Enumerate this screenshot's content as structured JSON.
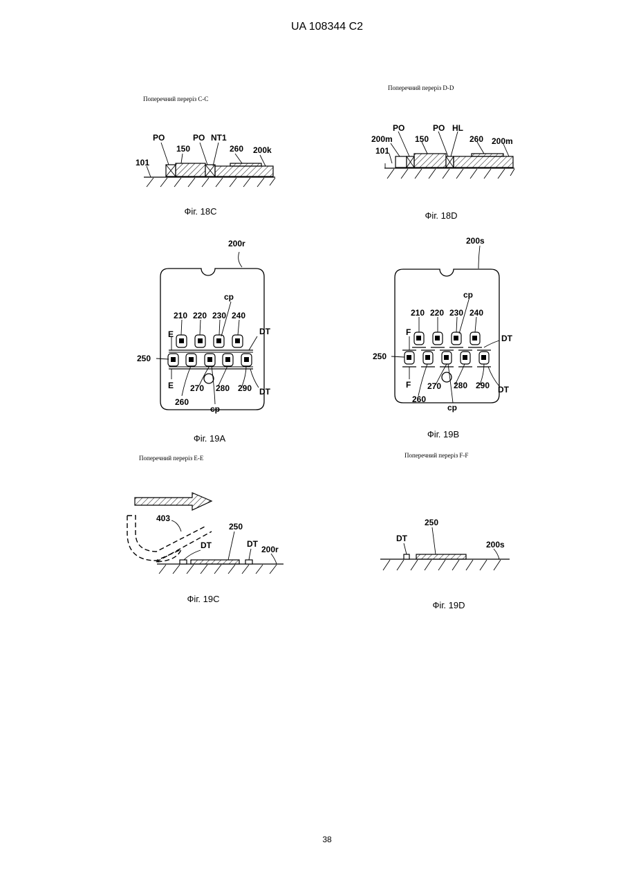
{
  "header": {
    "title": "UA   108344   C2"
  },
  "footer": {
    "page_number": "38"
  },
  "figures": {
    "fig18c": {
      "section": "Поперечний переріз C-C",
      "caption": "Фіг. 18C",
      "labels": {
        "po1": "PO",
        "po2": "PO",
        "nt1": "NT1",
        "n150": "150",
        "n260": "260",
        "n200k": "200k",
        "n101": "101"
      }
    },
    "fig18d": {
      "section": "Поперечний переріз D-D",
      "caption": "Фіг. 18D",
      "labels": {
        "po1": "PO",
        "po2": "PO",
        "hl": "HL",
        "n200m1": "200m",
        "n150": "150",
        "n260": "260",
        "n200m2": "200m",
        "n101": "101"
      }
    },
    "fig19a": {
      "caption": "Фіг. 19A",
      "labels": {
        "n200r": "200r",
        "cp1": "cp",
        "n210": "210",
        "n220": "220",
        "n230": "230",
        "n240": "240",
        "dt1": "DT",
        "e1": "E",
        "n250": "250",
        "e2": "E",
        "n270": "270",
        "n280": "280",
        "n290": "290",
        "dt2": "DT",
        "n260": "260",
        "cp2": "cp"
      }
    },
    "fig19b": {
      "caption": "Фіг. 19B",
      "labels": {
        "n200s": "200s",
        "cp1": "cp",
        "n210": "210",
        "n220": "220",
        "n230": "230",
        "n240": "240",
        "dt1": "DT",
        "f1": "F",
        "n250": "250",
        "f2": "F",
        "n270": "270",
        "n280": "280",
        "n290": "290",
        "dt2": "DT",
        "n260": "260",
        "cp2": "cp"
      }
    },
    "fig19c": {
      "section": "Поперечний переріз E-E",
      "caption": "Фіг. 19C",
      "labels": {
        "n403": "403",
        "n250": "250",
        "dt1": "DT",
        "dt2": "DT",
        "n200r": "200r"
      }
    },
    "fig19d": {
      "section": "Поперечний переріз F-F",
      "caption": "Фіг. 19D",
      "labels": {
        "dt": "DT",
        "n250": "250",
        "n200s": "200s"
      }
    }
  }
}
